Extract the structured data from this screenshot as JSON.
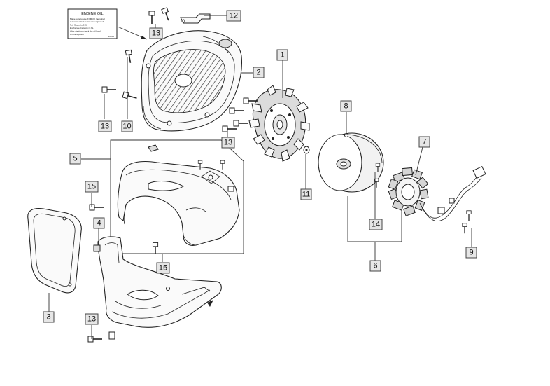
{
  "label_sticker": {
    "title": "ENGINE OIL",
    "lines": [
      "Make sure to use KYMCO (genuine)",
      "recommended motor oil / engine oil",
      "Full Capacity         0.8L",
      "Exchange Capacity   0.6L",
      "After starting, check the oil level",
      "on the dipstick"
    ],
    "code": "4G-00"
  },
  "callouts": [
    "1",
    "2",
    "3",
    "4",
    "5",
    "6",
    "7",
    "8",
    "9",
    "10",
    "11",
    "12",
    "13",
    "13",
    "13",
    "13",
    "14",
    "15",
    "15"
  ],
  "icons": [
    "bolt-icon",
    "screw-icon",
    "clip-icon",
    "grommet-icon"
  ]
}
